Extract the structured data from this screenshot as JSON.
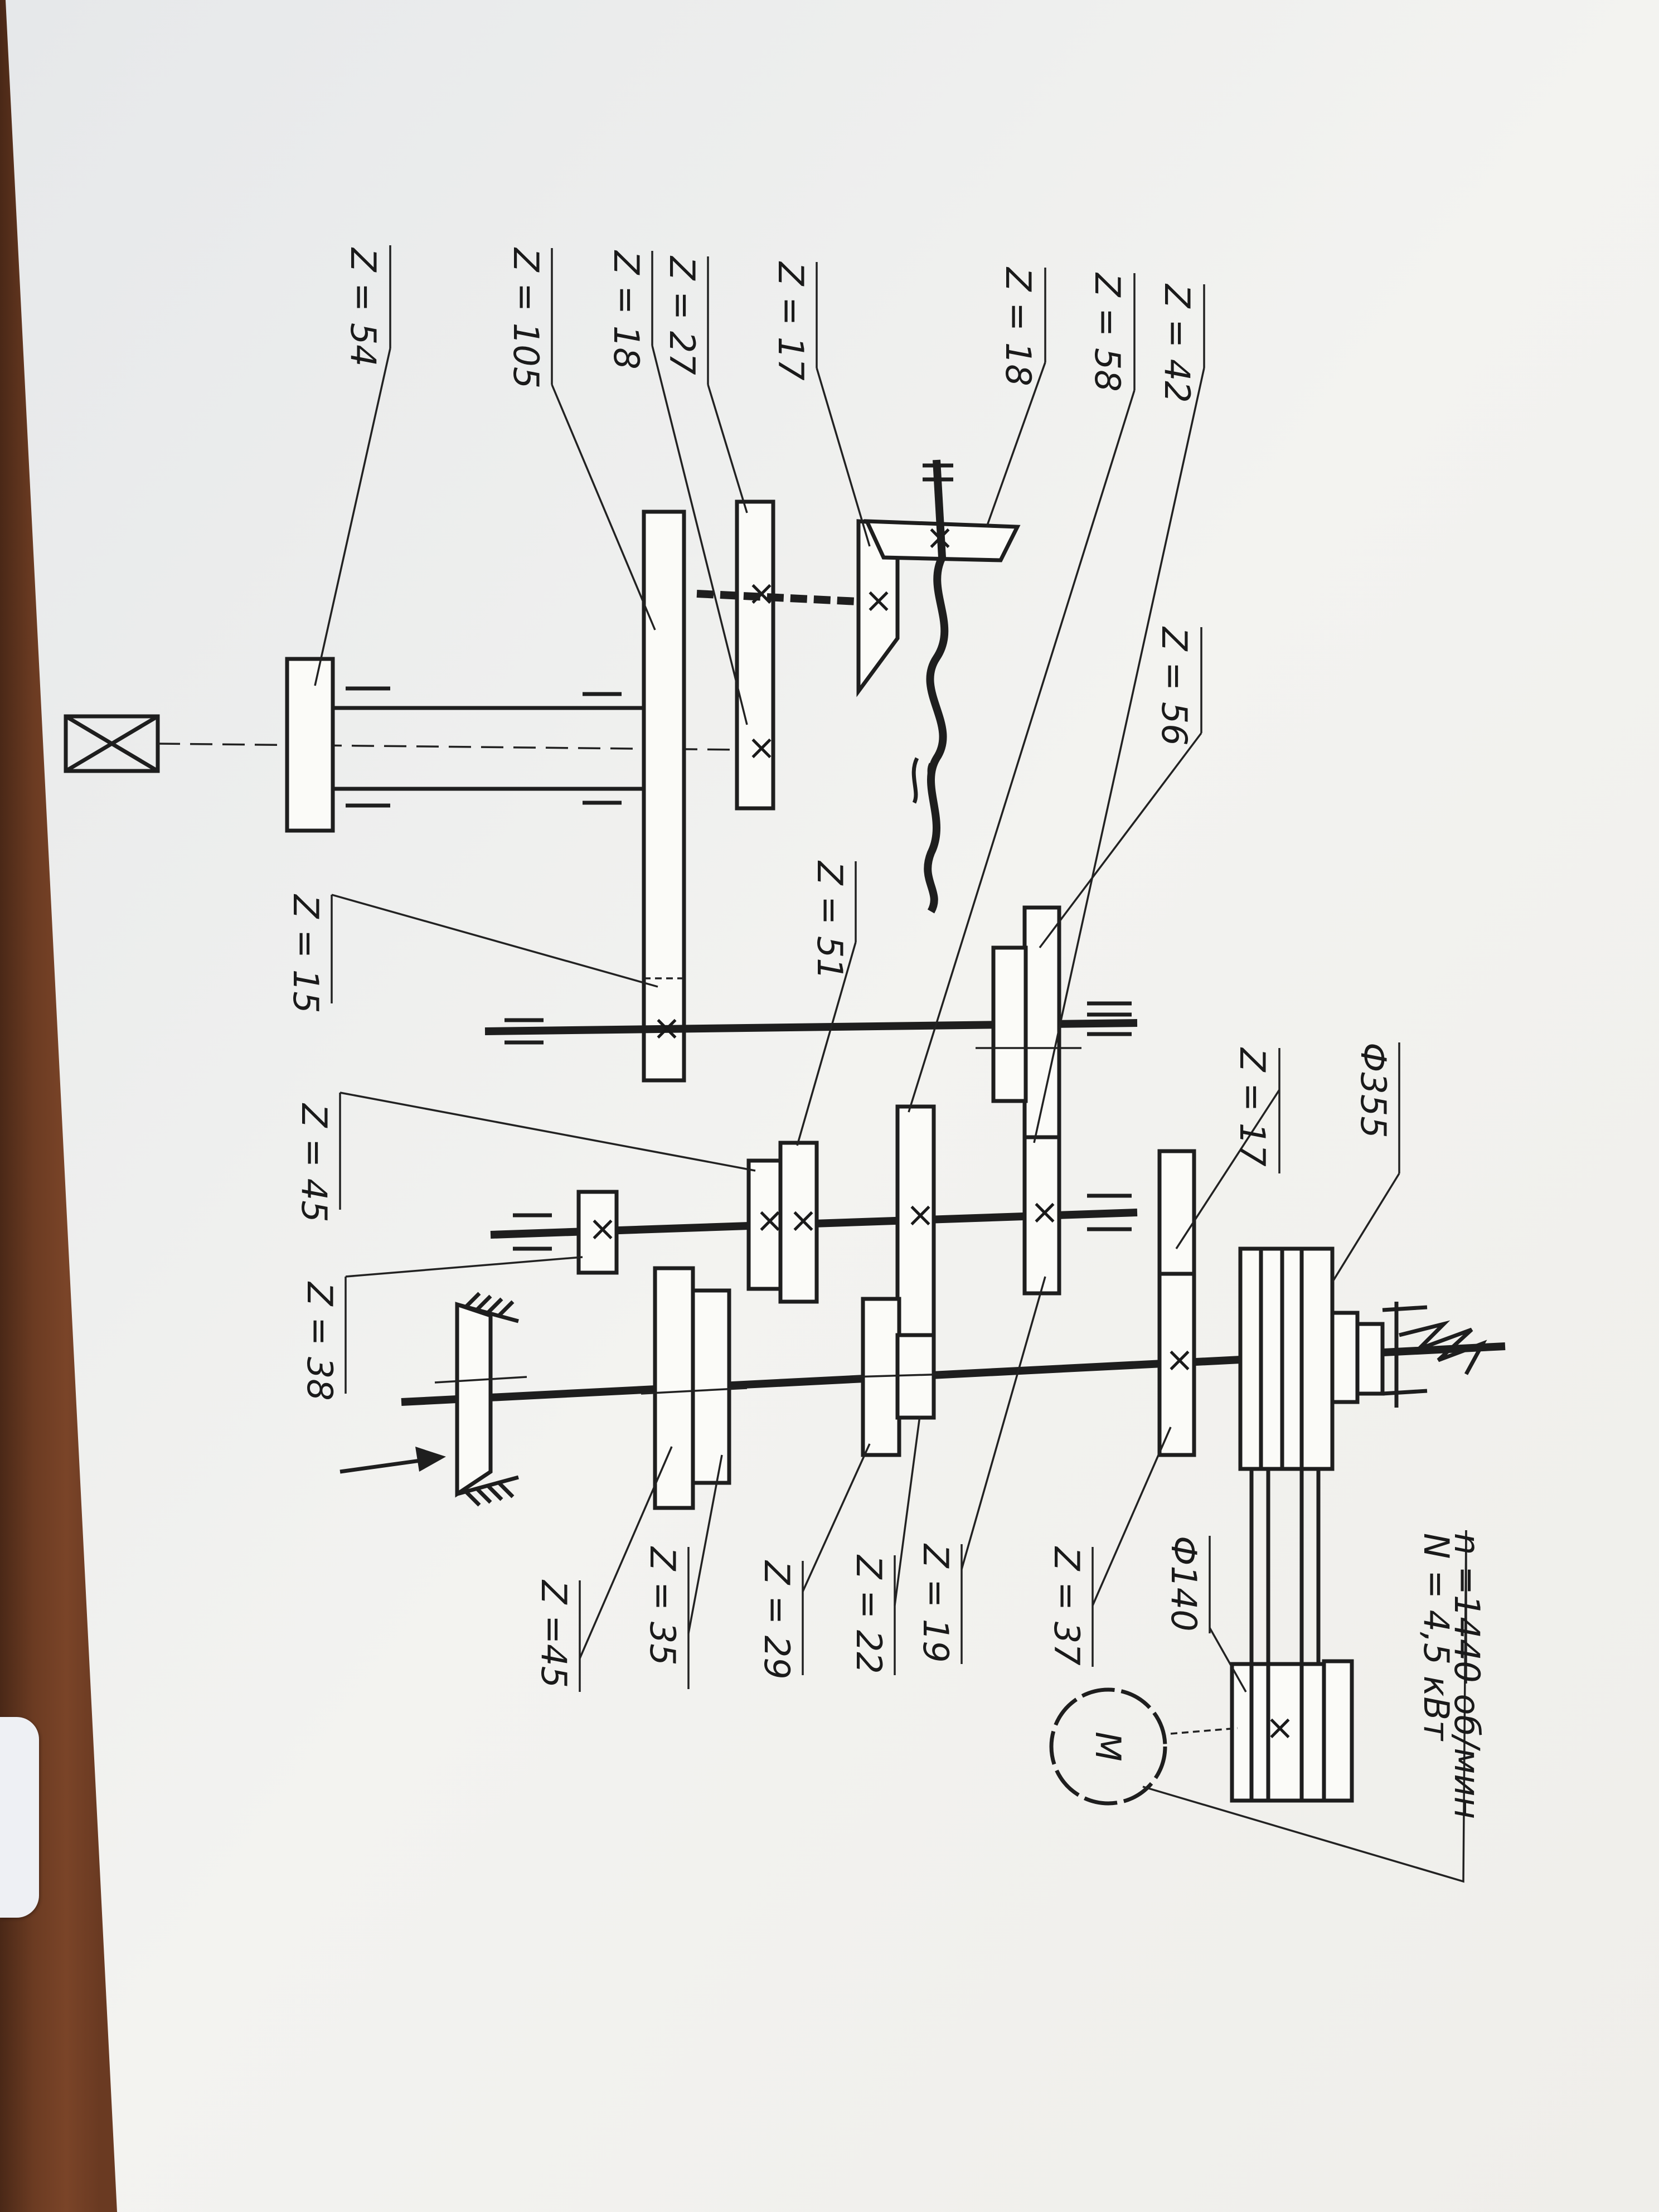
{
  "labels": {
    "z54": "Z = 54",
    "z105": "Z = 105",
    "z18a": "Z = 18",
    "z27": "Z = 27",
    "z17a": "Z = 17",
    "z18b": "Z = 18",
    "z58": "Z = 58",
    "z42": "Z = 42",
    "z56": "Z = 56",
    "z51": "Z = 51",
    "z15": "Z = 15",
    "z45a": "Z = 45",
    "z38": "Z = 38",
    "z17b": "Z = 17",
    "phi355": "Ф355",
    "z45b": "Z =45",
    "z35": "Z = 35",
    "z29": "Z = 29",
    "z22": "Z = 22",
    "z19": "Z = 19",
    "z37": "Z = 37",
    "phi140": "Ф140",
    "power": "N = 4,5 кВт",
    "speed": "n =1440 об/мин",
    "motor": "M"
  },
  "colors": {
    "ink": "#1e1e1e",
    "paper": "#f4f4f0",
    "desk": "#6b3b22"
  }
}
